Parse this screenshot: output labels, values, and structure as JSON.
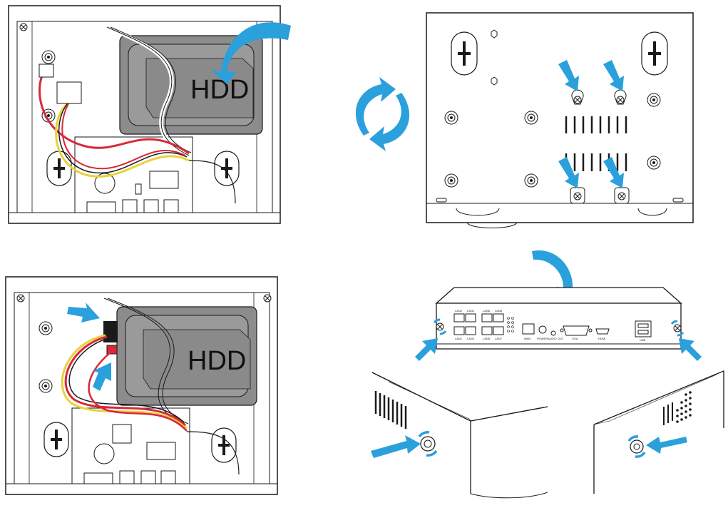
{
  "panels": {
    "step1": {
      "hdd_label": "HDD"
    },
    "step2": {
      "hdd_label": "HDD"
    }
  },
  "rear_panel": {
    "ports": {
      "lan_top": [
        "LAN2",
        "LAN4",
        "LAN6",
        "LAN8"
      ],
      "lan_bottom": [
        "LAN1",
        "LAN3",
        "LAN5",
        "LAN7"
      ],
      "wan": "WAN",
      "power": "POWER",
      "audio_out": "AUDIO OUT",
      "vga": "VGA",
      "hdmi": "HDMI",
      "usb": "USB"
    }
  },
  "colors": {
    "arrow": "#2aa0dc",
    "line": "#1a1a1a",
    "hdd_body": "#8c8c8c",
    "sata_red": "#d8283a",
    "power_yellow": "#e8d23a"
  },
  "icons": [
    "rotate-icon",
    "insert-arrow-icon",
    "screw-icon"
  ]
}
